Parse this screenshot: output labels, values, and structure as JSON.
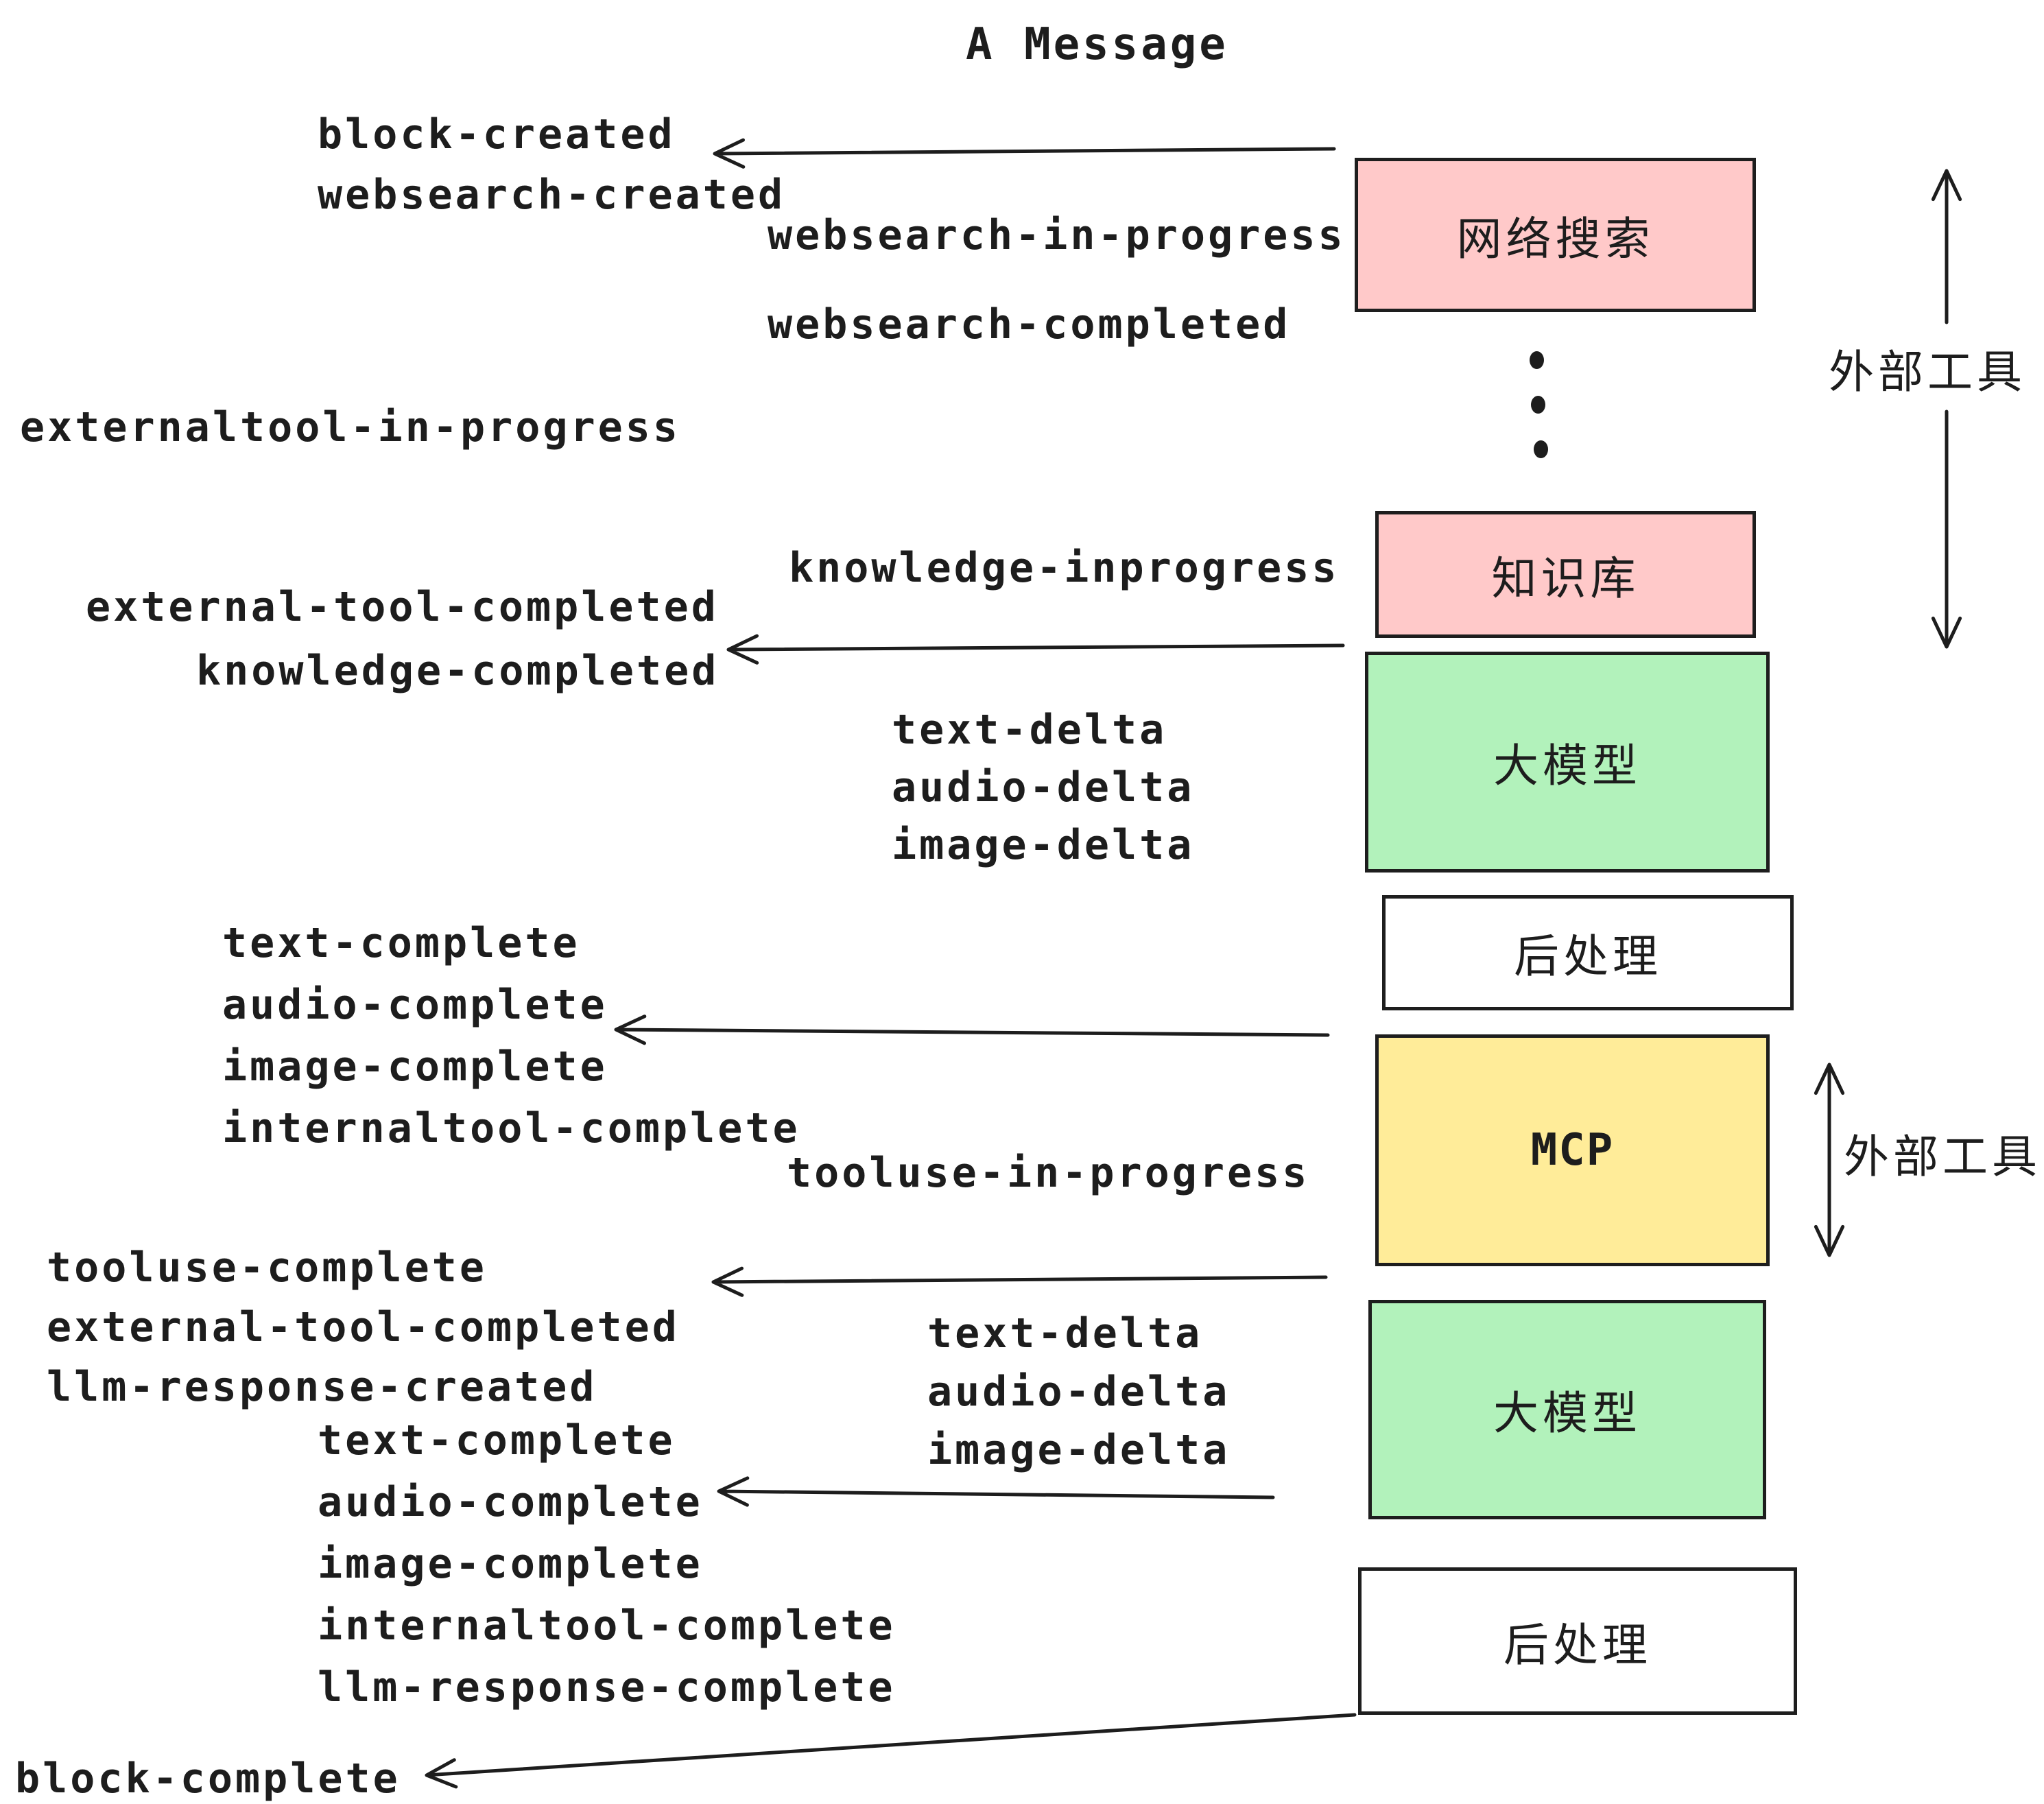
{
  "title": "A Message",
  "events": {
    "block_created": "block-created",
    "websearch_created": "websearch-created",
    "websearch_in_progress": "websearch-in-progress",
    "websearch_completed": "websearch-completed",
    "externaltool_in_progress": "externaltool-in-progress",
    "knowledge_inprogress": "knowledge-inprogress",
    "external_tool_completed_1": "external-tool-completed",
    "knowledge_completed": "knowledge-completed",
    "text_delta_1": "text-delta",
    "audio_delta_1": "audio-delta",
    "image_delta_1": "image-delta",
    "text_complete_1": "text-complete",
    "audio_complete_1": "audio-complete",
    "image_complete_1": "image-complete",
    "internaltool_complete_1": "internaltool-complete",
    "tooluse_in_progress": "tooluse-in-progress",
    "tooluse_complete": "tooluse-complete",
    "external_tool_completed_2": "external-tool-completed",
    "llm_response_created": "llm-response-created",
    "text_delta_2": "text-delta",
    "audio_delta_2": "audio-delta",
    "image_delta_2": "image-delta",
    "text_complete_2": "text-complete",
    "audio_complete_2": "audio-complete",
    "image_complete_2": "image-complete",
    "internaltool_complete_2": "internaltool-complete",
    "llm_response_complete": "llm-response-complete",
    "block_complete": "block-complete"
  },
  "boxes": {
    "websearch": "网络搜索",
    "knowledge": "知识库",
    "llm_top": "大模型",
    "post_top": "后处理",
    "mcp": "MCP",
    "llm_bottom": "大模型",
    "post_bottom": "后处理"
  },
  "annotations": {
    "external_tools_top": "外部工具",
    "external_tools_mcp": "外部工具"
  },
  "icons": {
    "ellipsis_dots": "vertical-ellipsis",
    "arrow_style": "open-left-arrow"
  },
  "colors": {
    "websearch_fill": "#ffc9c9",
    "knowledge_fill": "#ffc9c9",
    "llm_fill": "#b2f2bb",
    "mcp_fill": "#ffec99",
    "post_fill": "#ffffff",
    "stroke": "#1d1d1d",
    "background": "#ffffff"
  }
}
